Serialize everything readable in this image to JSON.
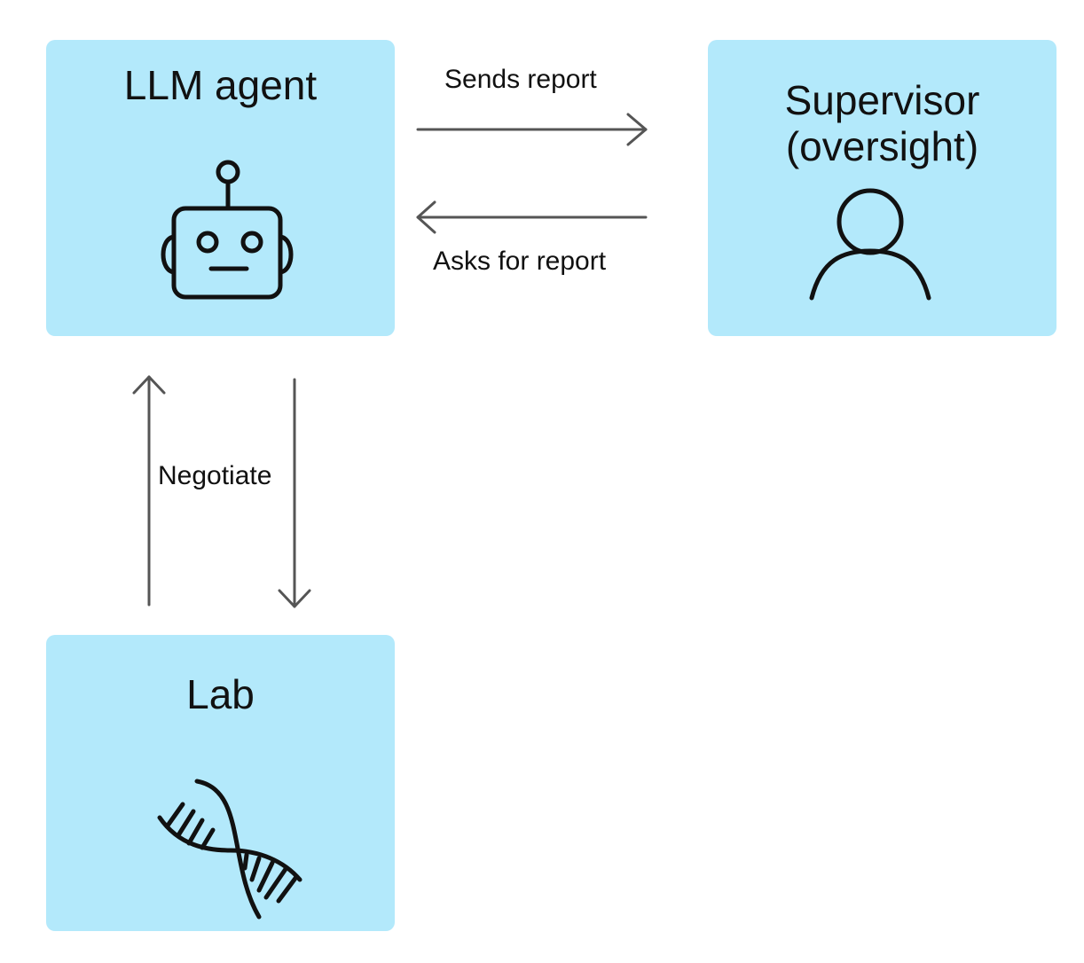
{
  "nodes": {
    "agent": {
      "title": "LLM agent",
      "icon": "robot-icon"
    },
    "supervisor": {
      "title_line1": "Supervisor",
      "title_line2": "(oversight)",
      "icon": "person-icon"
    },
    "lab": {
      "title": "Lab",
      "icon": "dna-icon"
    }
  },
  "edges": {
    "sends_report": "Sends report",
    "asks_for_report": "Asks for report",
    "negotiate": "Negotiate"
  },
  "colors": {
    "box_fill": "#b3e9fb",
    "arrow": "#555555",
    "icon_stroke": "#111111"
  }
}
